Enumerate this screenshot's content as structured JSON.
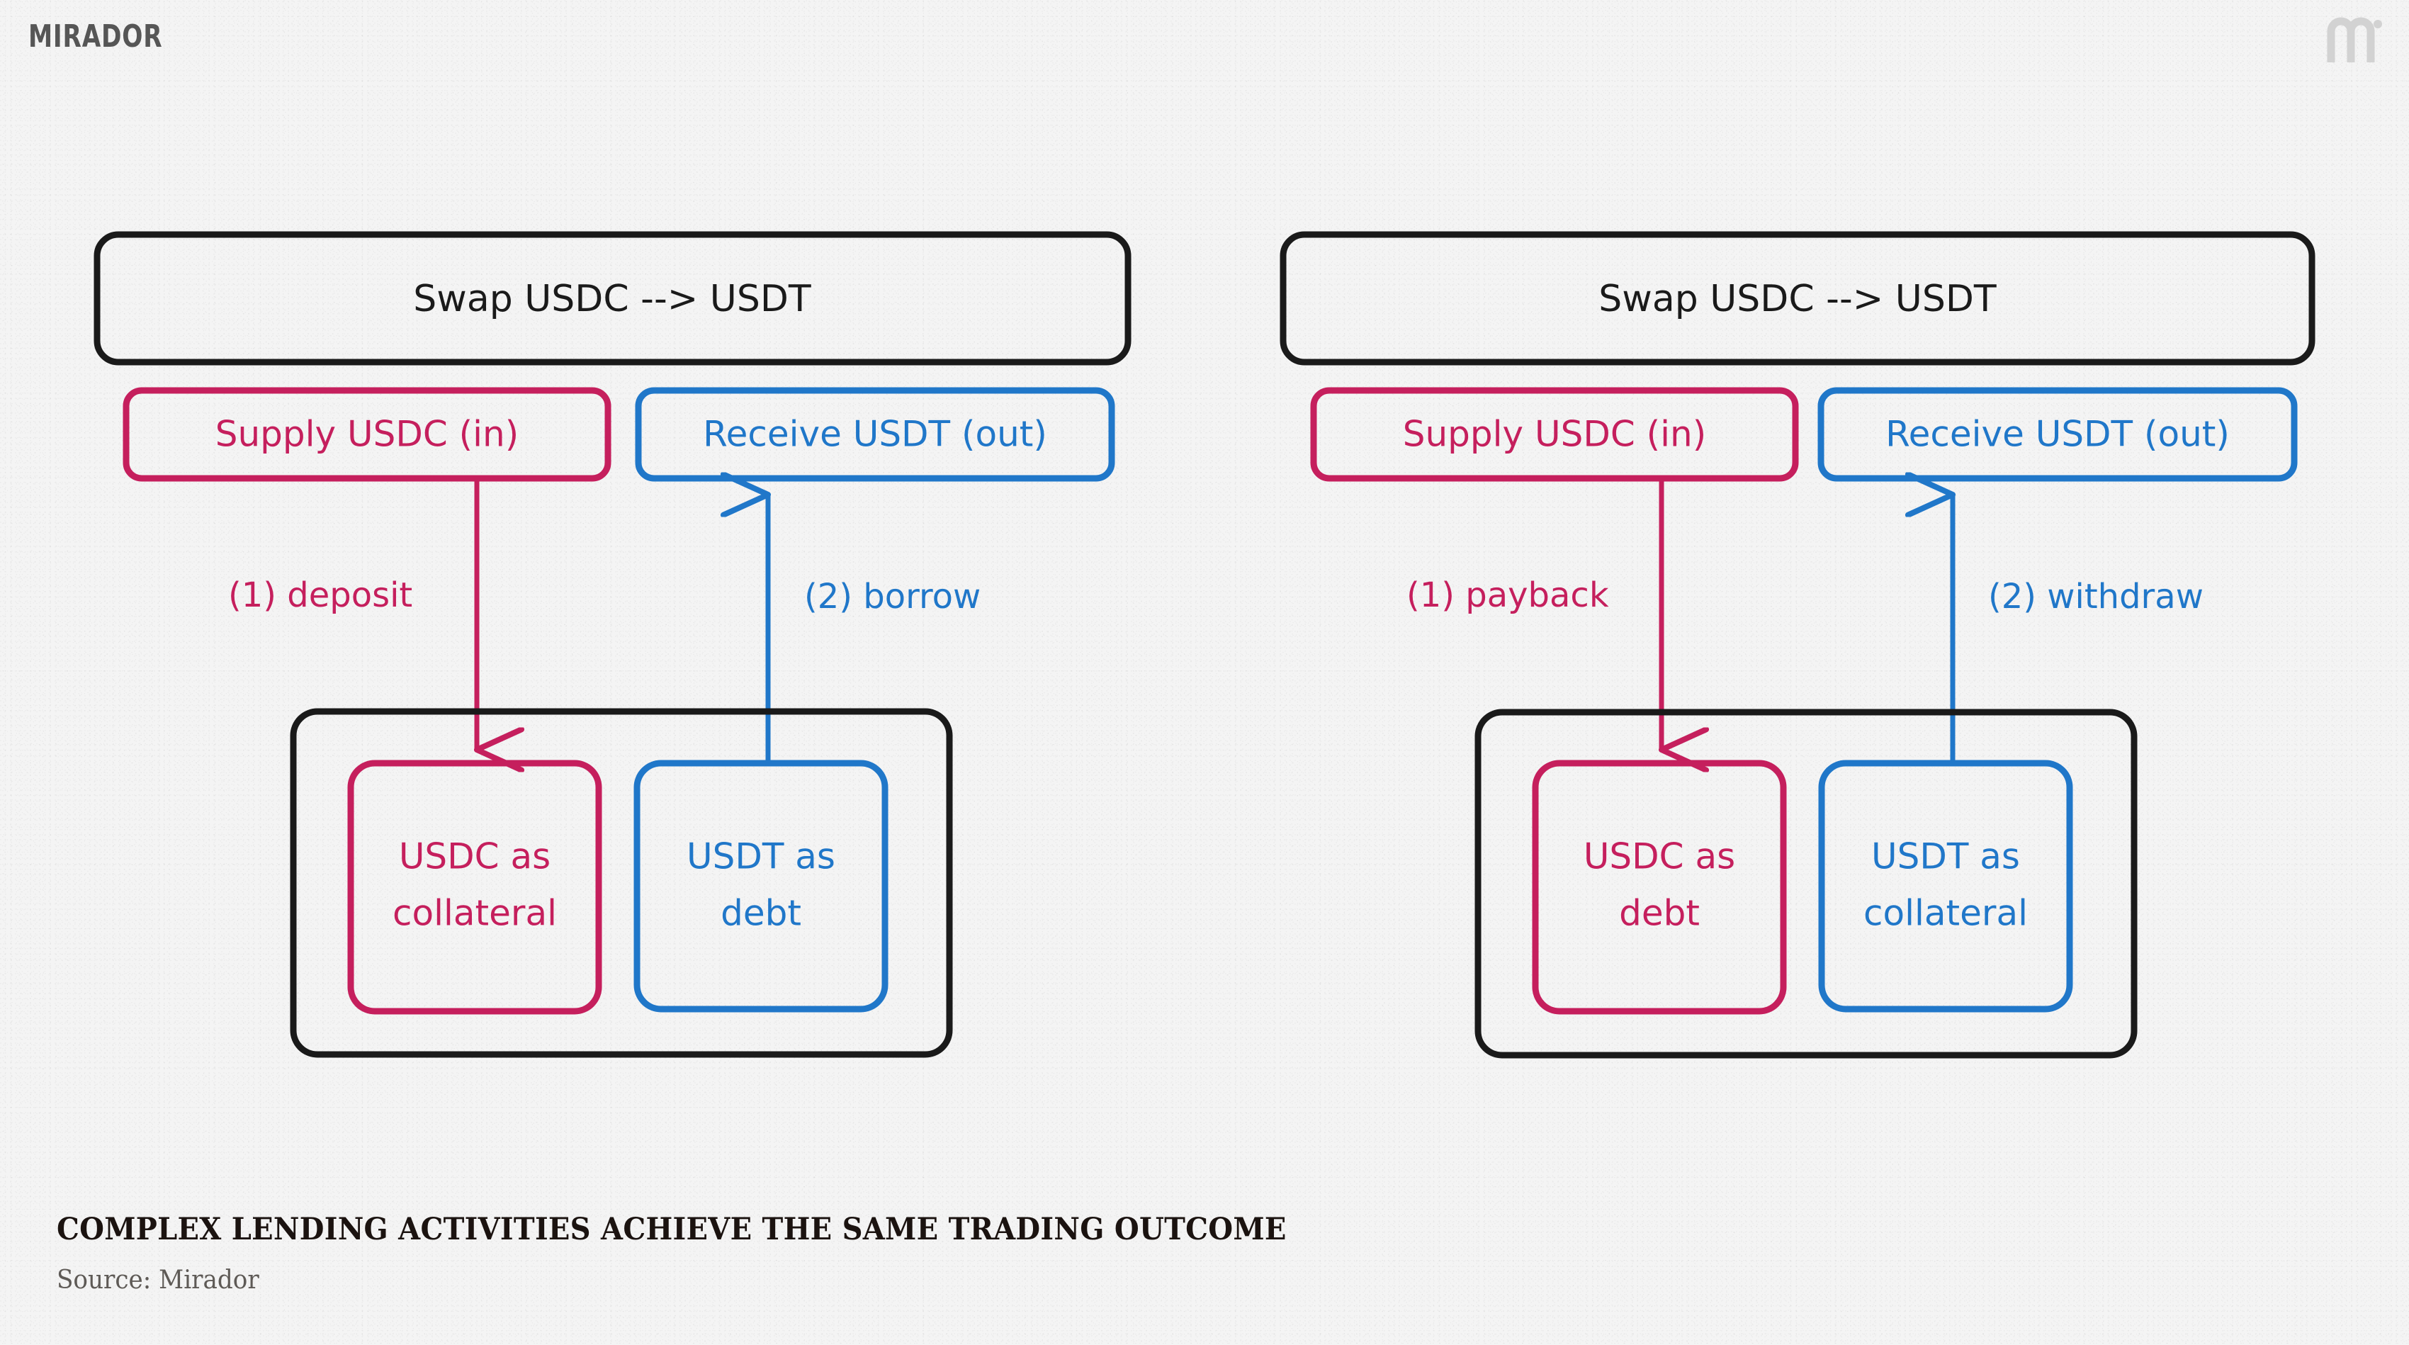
{
  "brand": {
    "wordmark": "MIRADOR",
    "mark_icon": "mirador-m-monogram-icon"
  },
  "colors": {
    "background": "#f4f4f4",
    "outline_black": "#1a1a1a",
    "crimson": "#c51f5d",
    "blue": "#2077c9",
    "wordmark_gray": "#565656",
    "watermark_gray": "#d2d2d2",
    "footer_title": "#1b1310",
    "footer_source": "#5e5a56"
  },
  "panels": [
    {
      "id": "left",
      "swap_box": {
        "label": "Swap USDC --> USDT"
      },
      "io_boxes": [
        {
          "id": "supply",
          "label": "Supply USDC (in)",
          "color_key": "crimson"
        },
        {
          "id": "receive",
          "label": "Receive USDT (out)",
          "color_key": "blue"
        }
      ],
      "edges": [
        {
          "id": "deposit",
          "label": "(1) deposit",
          "color_key": "crimson",
          "direction": "down"
        },
        {
          "id": "borrow",
          "label": "(2) borrow",
          "color_key": "blue",
          "direction": "up"
        }
      ],
      "position_boxes": [
        {
          "id": "usdc-collateral",
          "line1": "USDC as",
          "line2": "collateral",
          "color_key": "crimson"
        },
        {
          "id": "usdt-debt",
          "line1": "USDT as",
          "line2": "debt",
          "color_key": "blue"
        }
      ]
    },
    {
      "id": "right",
      "swap_box": {
        "label": "Swap USDC --> USDT"
      },
      "io_boxes": [
        {
          "id": "supply",
          "label": "Supply USDC (in)",
          "color_key": "crimson"
        },
        {
          "id": "receive",
          "label": "Receive USDT (out)",
          "color_key": "blue"
        }
      ],
      "edges": [
        {
          "id": "payback",
          "label": "(1) payback",
          "color_key": "crimson",
          "direction": "down"
        },
        {
          "id": "withdraw",
          "label": "(2) withdraw",
          "color_key": "blue",
          "direction": "up"
        }
      ],
      "position_boxes": [
        {
          "id": "usdc-debt",
          "line1": "USDC as",
          "line2": "debt",
          "color_key": "crimson"
        },
        {
          "id": "usdt-collateral",
          "line1": "USDT as",
          "line2": "collateral",
          "color_key": "blue"
        }
      ]
    }
  ],
  "footer": {
    "title": "COMPLEX LENDING ACTIVITIES ACHIEVE THE SAME TRADING OUTCOME",
    "source": "Source: Mirador"
  }
}
